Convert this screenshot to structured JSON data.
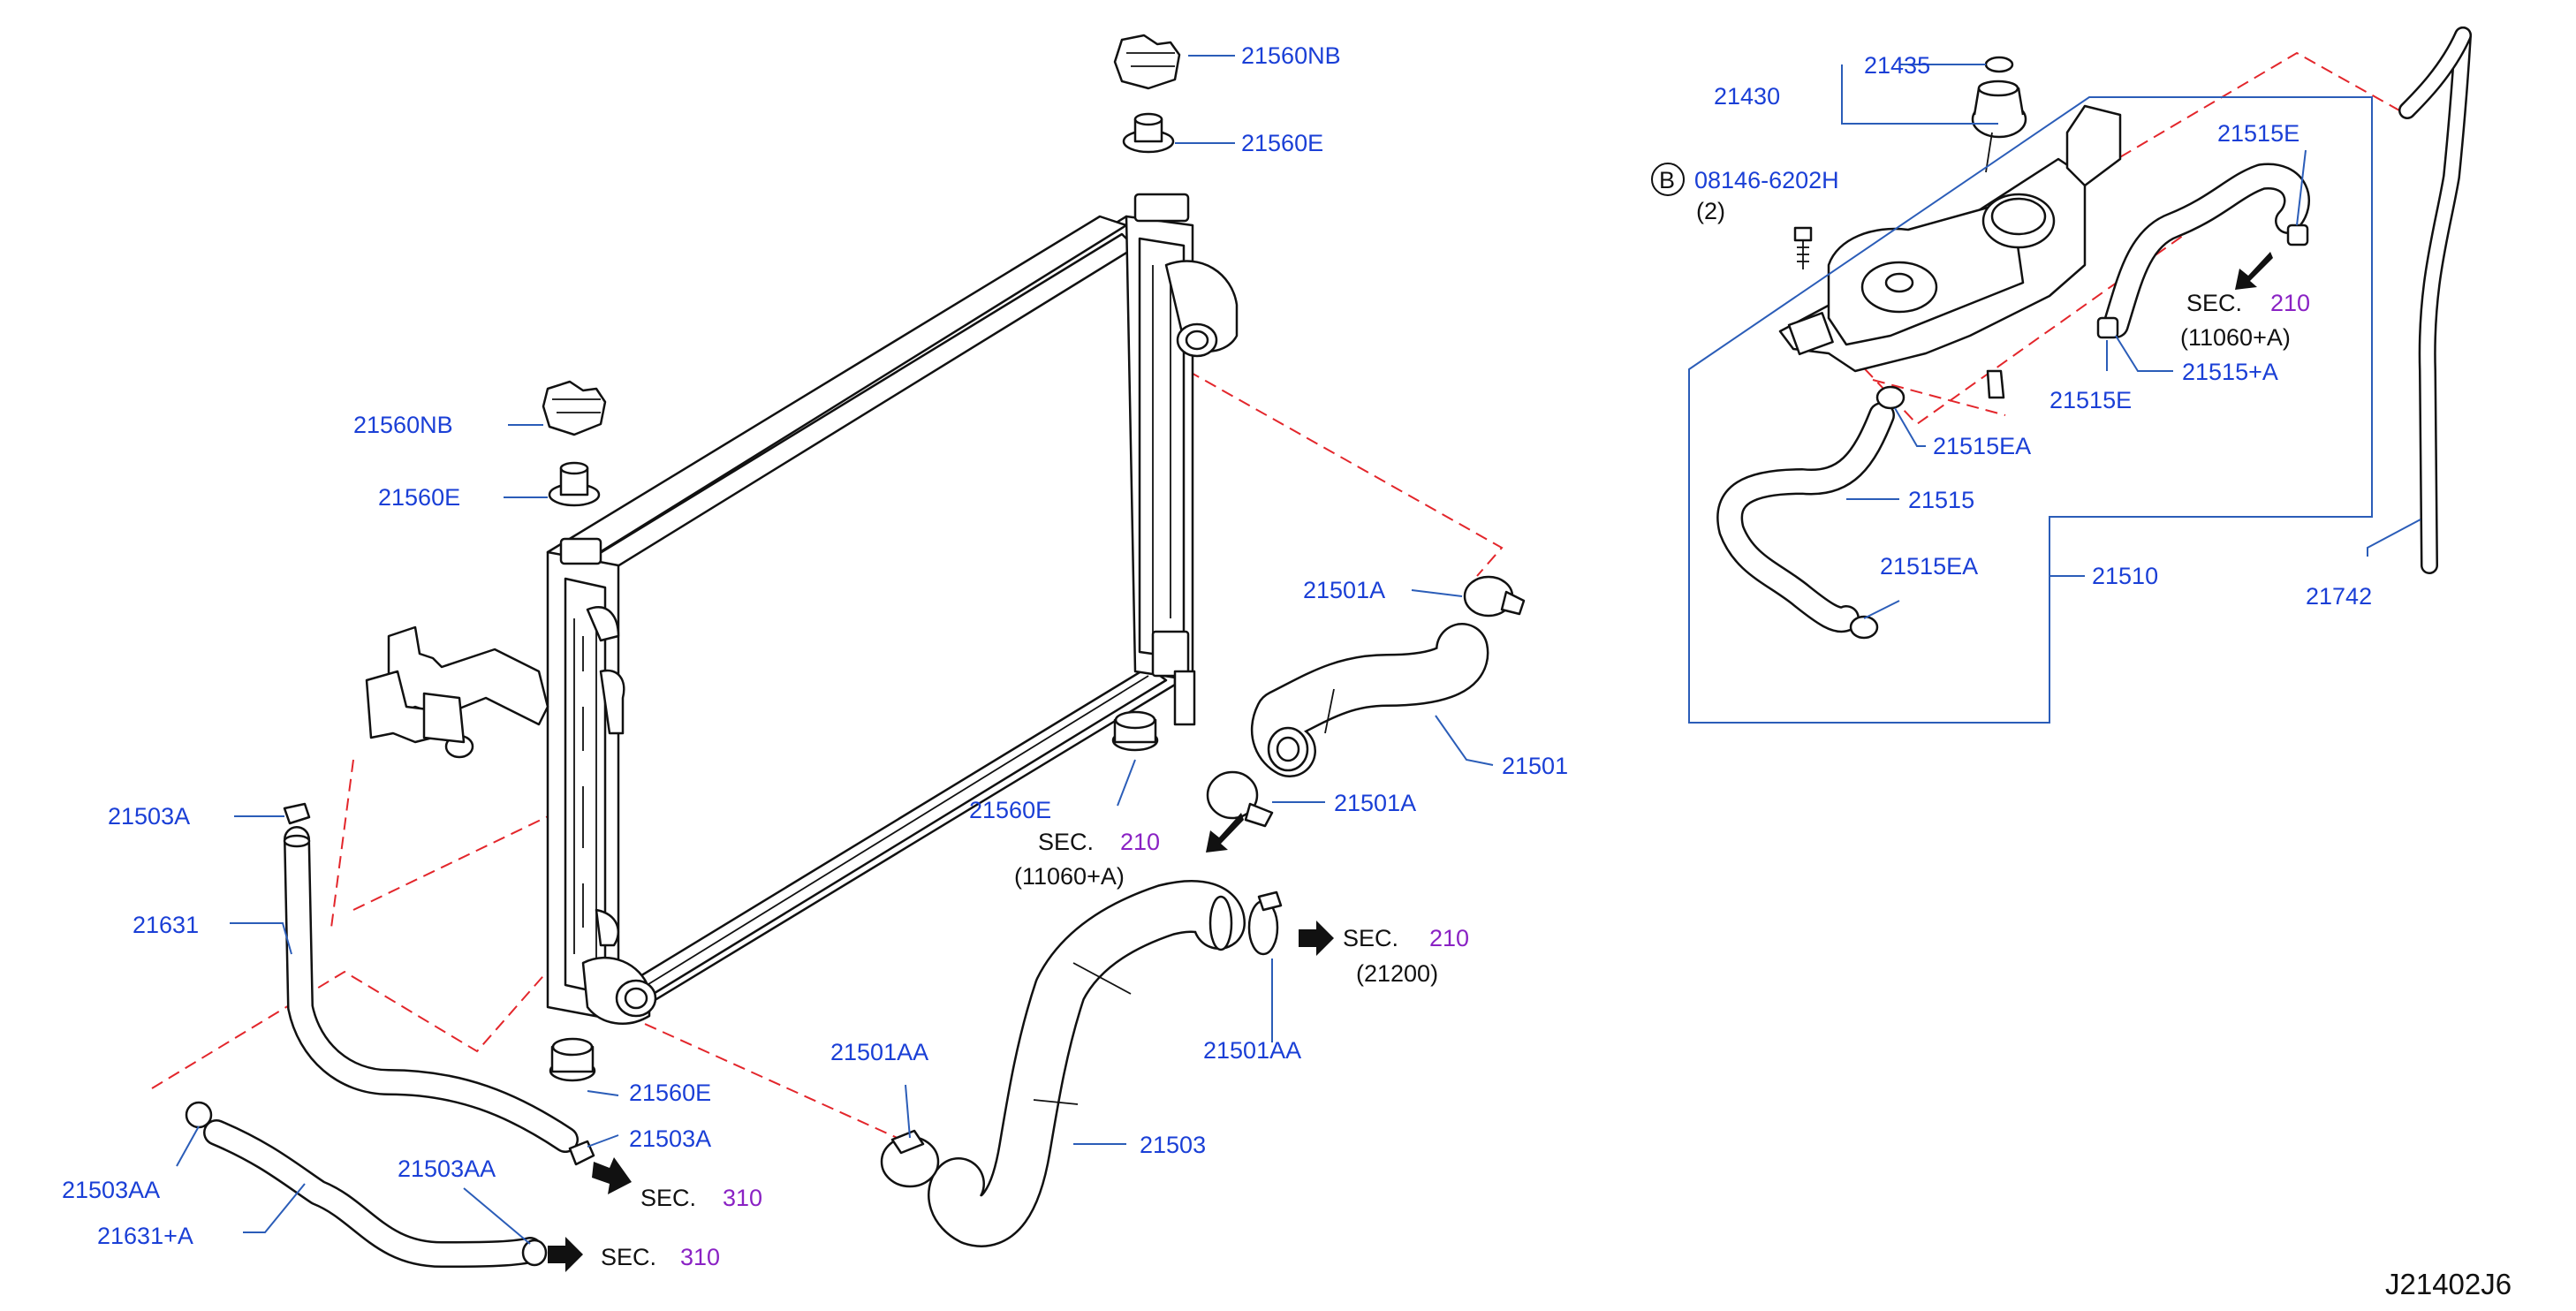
{
  "labels": {
    "p21560NB_top": "21560NB",
    "p21560E_top": "21560E",
    "p21560NB_left": "21560NB",
    "p21560E_left": "21560E",
    "p21501A_top": "21501A",
    "p21501": "21501",
    "p21501A_bot": "21501A",
    "p21560E_mid": "21560E",
    "p21503A_top": "21503A",
    "p21631": "21631",
    "p21560E_bot": "21560E",
    "p21503A_bot": "21503A",
    "p21503AA_left": "21503AA",
    "p21503AA_mid": "21503AA",
    "p21631A": "21631+A",
    "p21501AA_left": "21501AA",
    "p21501AA_right": "21501AA",
    "p21503": "21503",
    "p21430": "21430",
    "p21435": "21435",
    "bolt_circle": "B",
    "bolt_part": "08146-6202H",
    "bolt_qty": "(2)",
    "p21515E_top": "21515E",
    "p21515A": "21515+A",
    "p21515E_bot": "21515E",
    "p21515EA_top": "21515EA",
    "p21515": "21515",
    "p21515EA_bot": "21515EA",
    "p21510": "21510",
    "p21742": "21742",
    "drawing_id": "J21402J6"
  },
  "sections": {
    "sec_mid": {
      "text": "SEC.",
      "num": "210",
      "sub": "(11060+A)"
    },
    "sec_right_bot": {
      "text": "SEC.",
      "num": "210",
      "sub": "(21200)"
    },
    "sec_tank": {
      "text": "SEC.",
      "num": "210",
      "sub": "(11060+A)"
    },
    "sec_310_a": {
      "text": "SEC.",
      "num": "310"
    },
    "sec_310_b": {
      "text": "SEC.",
      "num": "310"
    }
  },
  "colors": {
    "label_blue": "#1a3fd6",
    "leader_blue": "#2b5db8",
    "dashed_red": "#e3262b",
    "section_purple": "#8a22c4"
  }
}
